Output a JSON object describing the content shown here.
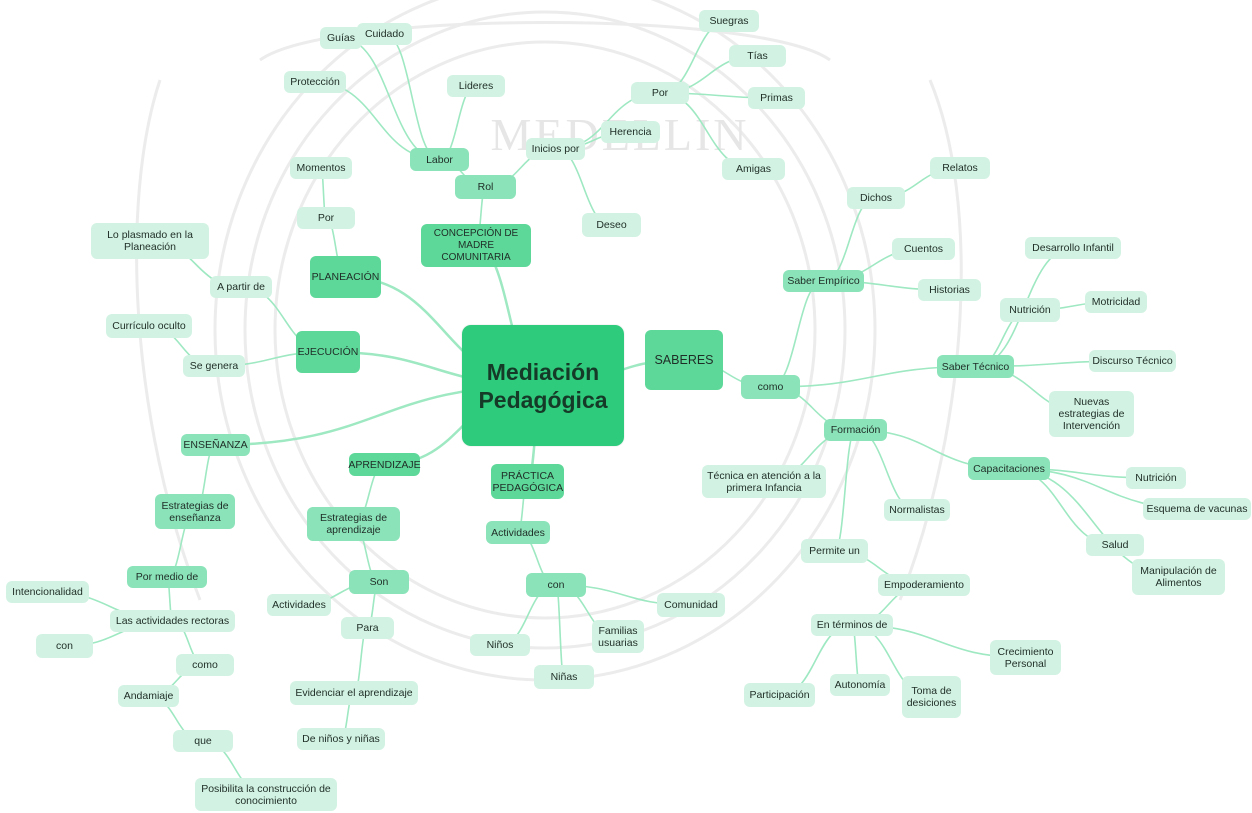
{
  "colors": {
    "central": "#2fcb7c",
    "main_branch": "#5ed899",
    "sub_branch": "#8be3b9",
    "leaf": "#d2f3e3",
    "connector": "#9ee8c2",
    "watermark": "#e9e9e9"
  },
  "watermark": {
    "text": "MEDELLIN"
  },
  "map": {
    "central": "Mediación Pedagógica",
    "concepcion": "CONCEPCIÓN DE MADRE COMUNITARIA",
    "rol": "Rol",
    "labor": "Labor",
    "cuidado": "Cuidado",
    "guias": "Guías",
    "lideres": "Lideres",
    "proteccion": "Protección",
    "inicios_por": "Inicios por",
    "por_top": "Por",
    "suegras": "Suegras",
    "tias": "Tías",
    "primas": "Primas",
    "amigas": "Amigas",
    "herencia": "Herencia",
    "deseo": "Deseo",
    "planeacion": "PLANEACIÓN",
    "por_plan": "Por",
    "momentos": "Momentos",
    "ejecucion": "EJECUCIÓN",
    "a_partir_de": "A partir de",
    "lo_plasmado": "Lo plasmado en la Planeación",
    "se_genera": "Se genera",
    "curriculo_oculto": "Currículo oculto",
    "ensenanza": "ENSEÑANZA",
    "estrategias_ensenanza": "Estrategias de enseñanza",
    "por_medio_de": "Por medio de",
    "actividades_rectoras": "Las actividades rectoras",
    "intencionalidad": "Intencionalidad",
    "con_left": "con",
    "como_left": "como",
    "andamiaje": "Andamiaje",
    "que": "que",
    "posibilita": "Posibilita la construcción de conocimiento",
    "aprendizaje": "APRENDIZAJE",
    "estrategias_aprendizaje": "Estrategias de aprendizaje",
    "son": "Son",
    "actividades_apr": "Actividades",
    "para": "Para",
    "evidenciar": "Evidenciar el aprendizaje",
    "de_ninos_ninas": "De niños y niñas",
    "practica": "PRÁCTICA PEDAGÓGICA",
    "actividades_prac": "Actividades",
    "con_center": "con",
    "ninos": "Niños",
    "ninas": "Niñas",
    "familias": "Familias usuarias",
    "comunidad": "Comunidad",
    "saberes": "SABERES",
    "como_right": "como",
    "saber_empirico": "Saber Empírico",
    "dichos": "Dichos",
    "relatos": "Relatos",
    "cuentos": "Cuentos",
    "historias": "Historias",
    "saber_tecnico": "Saber Técnico",
    "desarrollo_infantil": "Desarrollo Infantil",
    "nutricion_tec": "Nutrición",
    "motricidad": "Motricidad",
    "discurso_tecnico": "Discurso Técnico",
    "nuevas_estrategias": "Nuevas estrategias de Intervención",
    "formacion": "Formación",
    "tecnica_atencion": "Técnica en atención a la primera Infancia",
    "capacitaciones": "Capacitaciones",
    "nutricion_cap": "Nutrición",
    "esquema_vacunas": "Esquema de vacunas",
    "salud": "Salud",
    "manipulacion": "Manipulación de Alimentos",
    "normalistas": "Normalistas",
    "permite_un": "Permite un",
    "empoderamiento": "Empoderamiento",
    "en_terminos_de": "En términos de",
    "crecimiento_personal": "Crecimiento Personal",
    "participacion": "Participación",
    "autonomia": "Autonomía",
    "toma_desiciones": "Toma de desiciones"
  }
}
